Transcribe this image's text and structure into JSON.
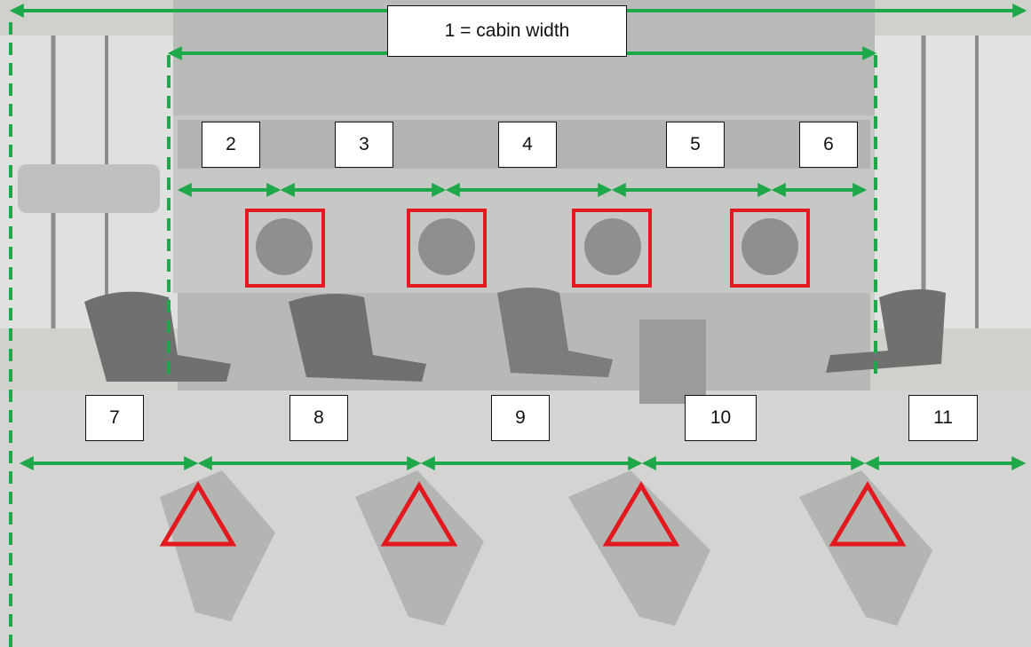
{
  "diagram": {
    "labels": {
      "cabin_width": "1 = cabin width",
      "l2": "2",
      "l3": "3",
      "l4": "4",
      "l5": "5",
      "l6": "6",
      "l7": "7",
      "l8": "8",
      "l9": "9",
      "l10": "10",
      "l11": "11"
    },
    "colors": {
      "dimension_arrow": "#1ea84a",
      "marker": "#e3191f",
      "label_border": "#111111",
      "photo_tint": "#c9cbc7"
    },
    "marker_shapes": {
      "upper_row": "square",
      "lower_row": "triangle"
    }
  }
}
